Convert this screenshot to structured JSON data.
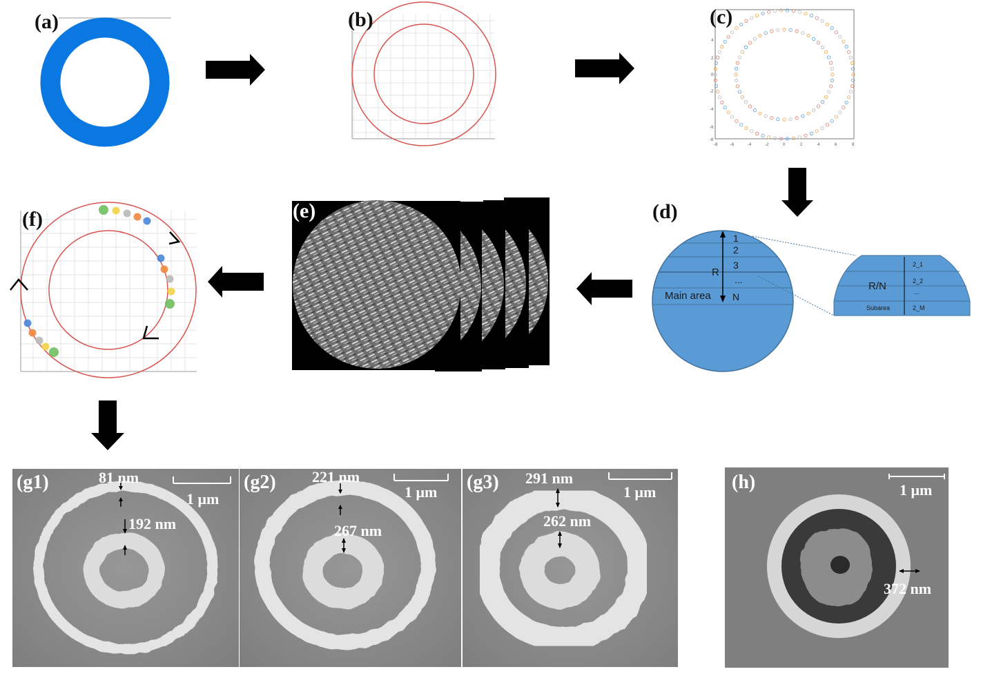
{
  "labels": {
    "a": "(a)",
    "b": "(b)",
    "c": "(c)",
    "d": "(d)",
    "e": "(e)",
    "f": "(f)",
    "g1": "(g1)",
    "g2": "(g2)",
    "g3": "(g3)",
    "h": "(h)"
  },
  "panel_d": {
    "levels": [
      "1",
      "2",
      "3",
      "...",
      "N"
    ],
    "radius_label": "R",
    "main_area_label": "Main area",
    "zoom": {
      "ratio_label": "R/N",
      "sub_levels": [
        "2_1",
        "2_2",
        "...",
        "2_M"
      ],
      "subarea_label": "Subarea"
    }
  },
  "sem": {
    "g1": {
      "scale": "1 μm",
      "width_outer": "81 nm",
      "width_inner": "192 nm"
    },
    "g2": {
      "scale": "1 μm",
      "width_outer": "221 nm",
      "width_inner": "267 nm"
    },
    "g3": {
      "scale": "1 μm",
      "width_outer": "291 nm",
      "width_inner": "262 nm"
    },
    "h": {
      "scale": "1 μm",
      "width": "372 nm"
    }
  },
  "colors": {
    "ring_blue": "#0a78e0",
    "circle_red": "#d9534f",
    "area_blue": "#5b9bd5",
    "sem_gray": "#8c8c8c",
    "arrow": "#000000"
  }
}
